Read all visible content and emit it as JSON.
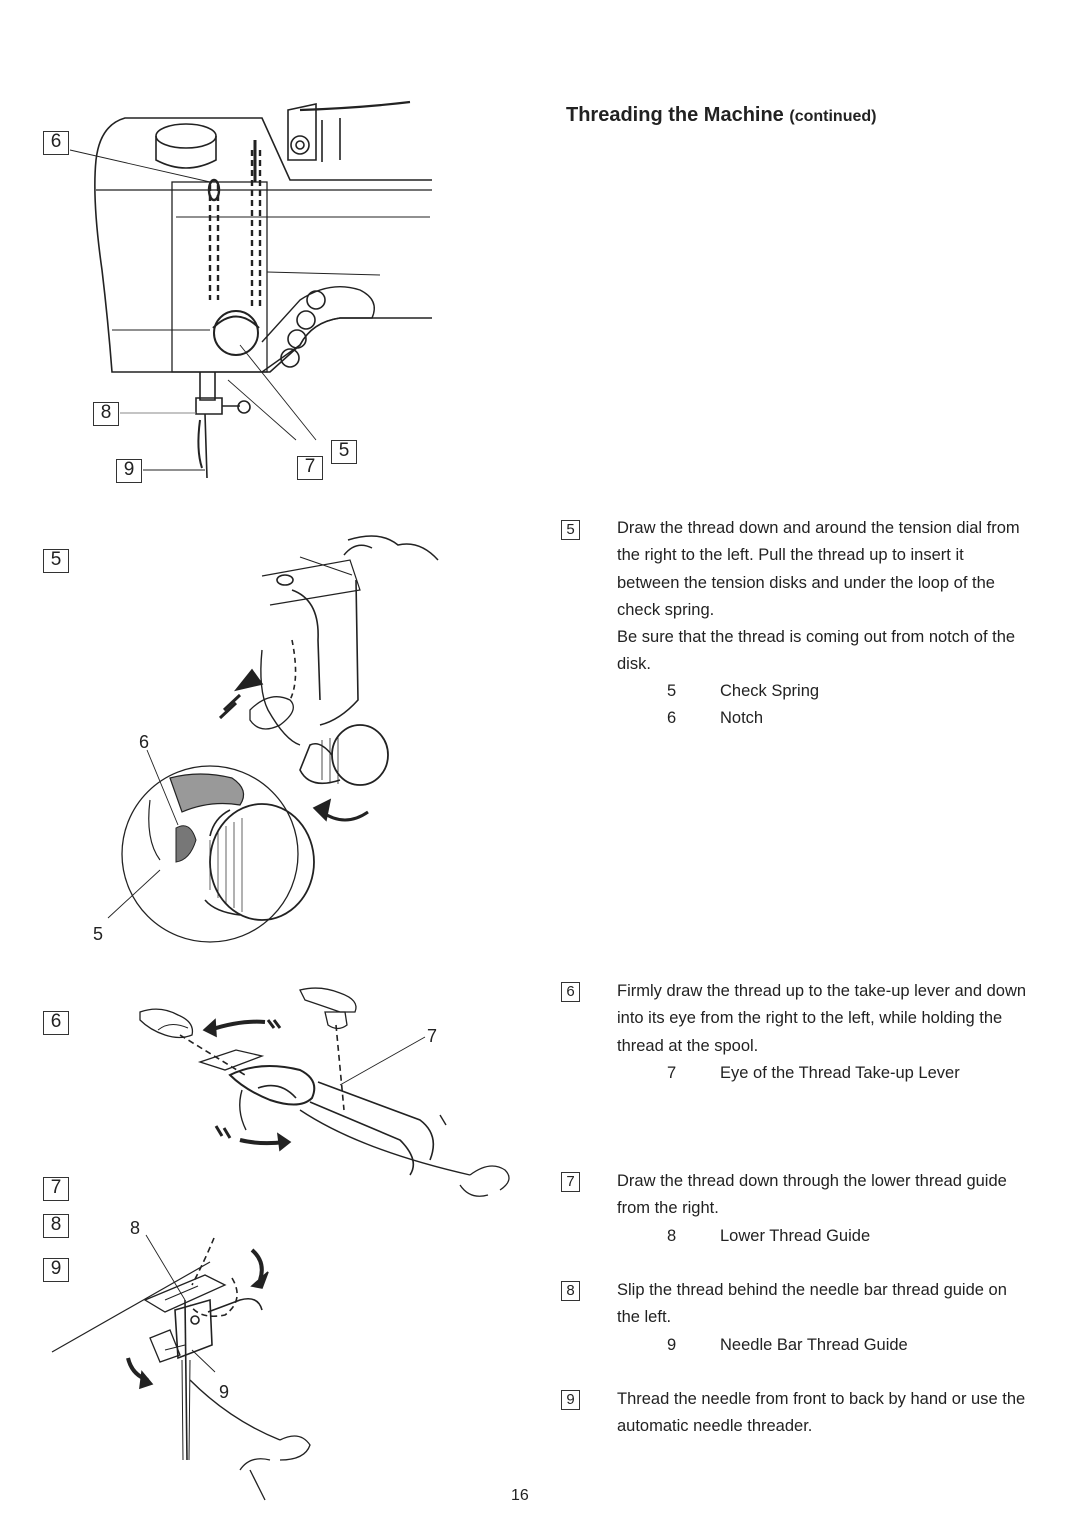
{
  "header": {
    "title": "Threading the Machine",
    "title_suffix": "(continued)"
  },
  "figures": {
    "fig1": {
      "label_6": "6",
      "label_8": "8",
      "label_9": "9",
      "label_7": "7",
      "label_5": "5"
    },
    "fig2": {
      "step": "5",
      "label_6": "6",
      "label_5": "5"
    },
    "fig3": {
      "step": "6",
      "label_7": "7"
    },
    "fig4": {
      "step_7": "7",
      "step_8": "8",
      "step_9": "9",
      "label_8": "8",
      "label_9": "9"
    }
  },
  "steps": [
    {
      "num": "5",
      "text": "Draw the thread down and around the tension dial from the right to the left. Pull the thread up to insert it between the tension disks and under the loop of the check spring.",
      "text2": "Be sure that the thread is coming out from notch of the disk.",
      "parts": [
        {
          "num": "5",
          "label": "Check Spring"
        },
        {
          "num": "6",
          "label": "Notch"
        }
      ]
    },
    {
      "num": "6",
      "text": "Firmly draw the thread up to the take-up lever and down into its eye from the right to the left, while holding the thread at the spool.",
      "parts": [
        {
          "num": "7",
          "label": "Eye of the Thread Take-up Lever"
        }
      ]
    },
    {
      "num": "7",
      "text": "Draw the thread down through the lower thread guide from the right.",
      "parts": [
        {
          "num": "8",
          "label": "Lower Thread Guide"
        }
      ]
    },
    {
      "num": "8",
      "text": "Slip the thread behind the needle bar thread guide on the left.",
      "parts": [
        {
          "num": "9",
          "label": "Needle Bar Thread Guide"
        }
      ]
    },
    {
      "num": "9",
      "text": "Thread the needle from front to back by hand or use the automatic needle threader."
    }
  ],
  "footer": {
    "page_number": "16"
  }
}
